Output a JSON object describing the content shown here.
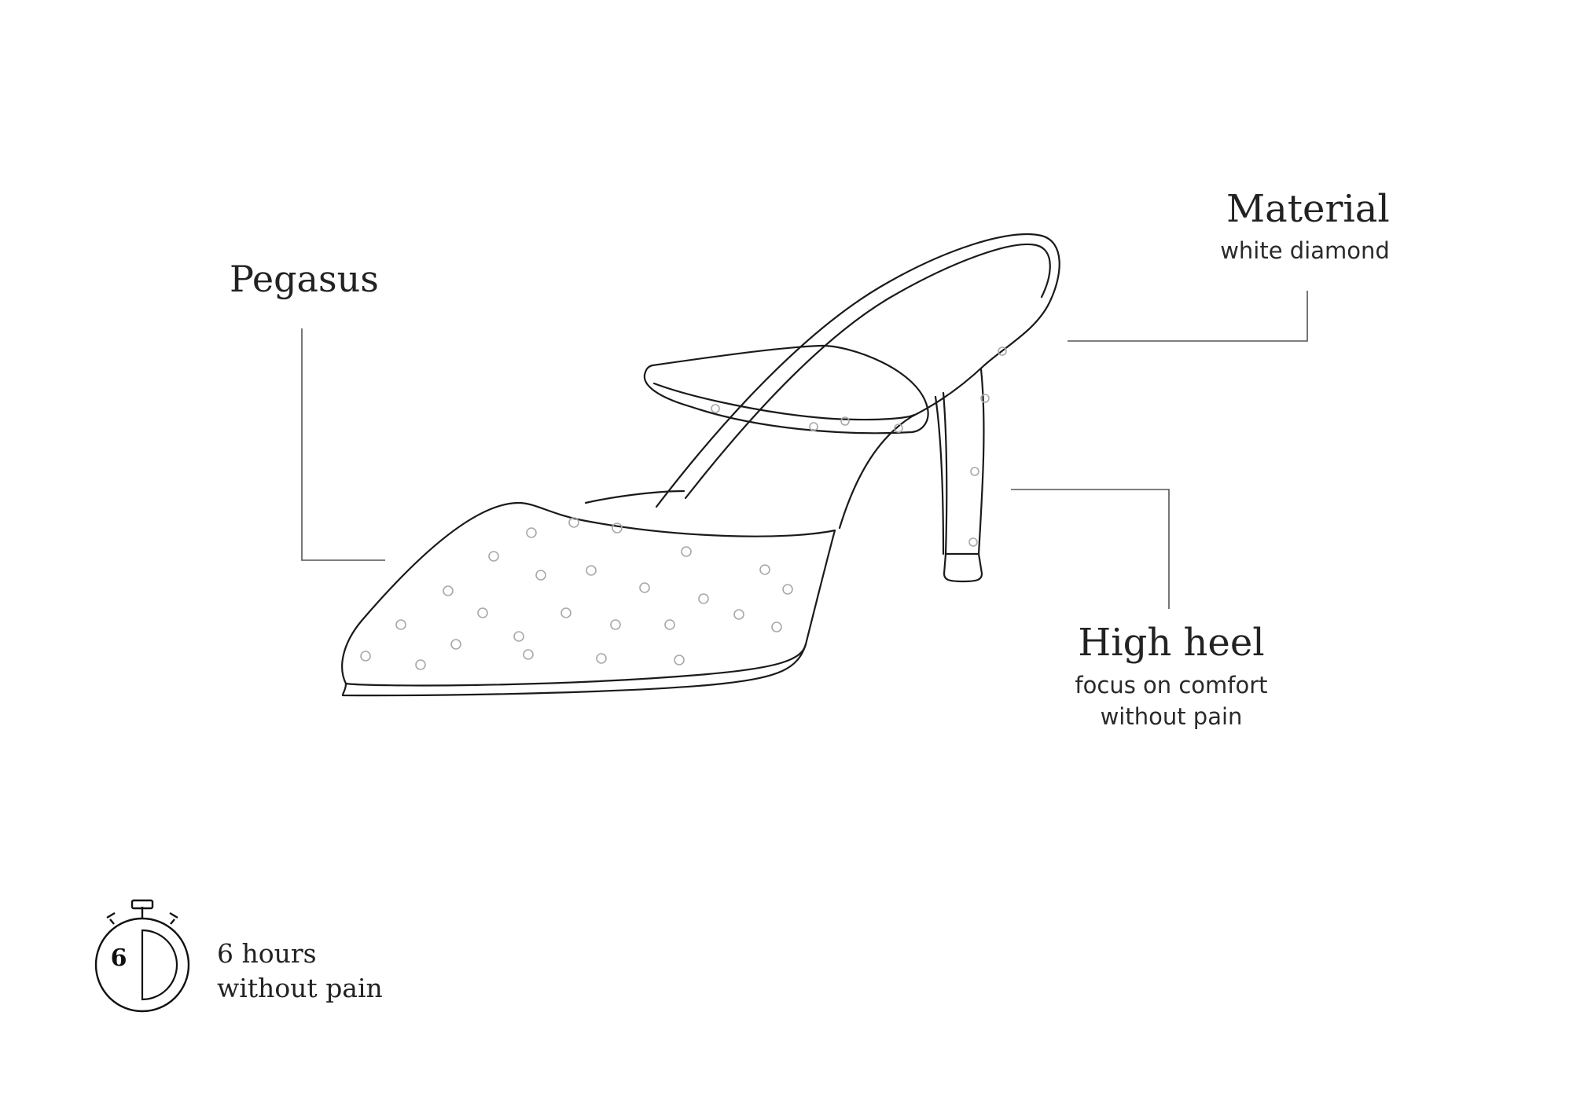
{
  "callouts": {
    "model": {
      "title": "Pegasus"
    },
    "material": {
      "title": "Material",
      "subtitle": "white diamond"
    },
    "heel": {
      "title": "High heel",
      "subtitle_line1": "focus on comfort",
      "subtitle_line2": "without pain"
    }
  },
  "comfort_timer": {
    "icon": "stopwatch-icon",
    "hours": "6",
    "line1": "6 hours",
    "line2": "without pain"
  },
  "colors": {
    "background": "#ffffff",
    "outline": "#1a1a1a",
    "leader_line": "#555555",
    "dots": "#a8a8a8"
  }
}
